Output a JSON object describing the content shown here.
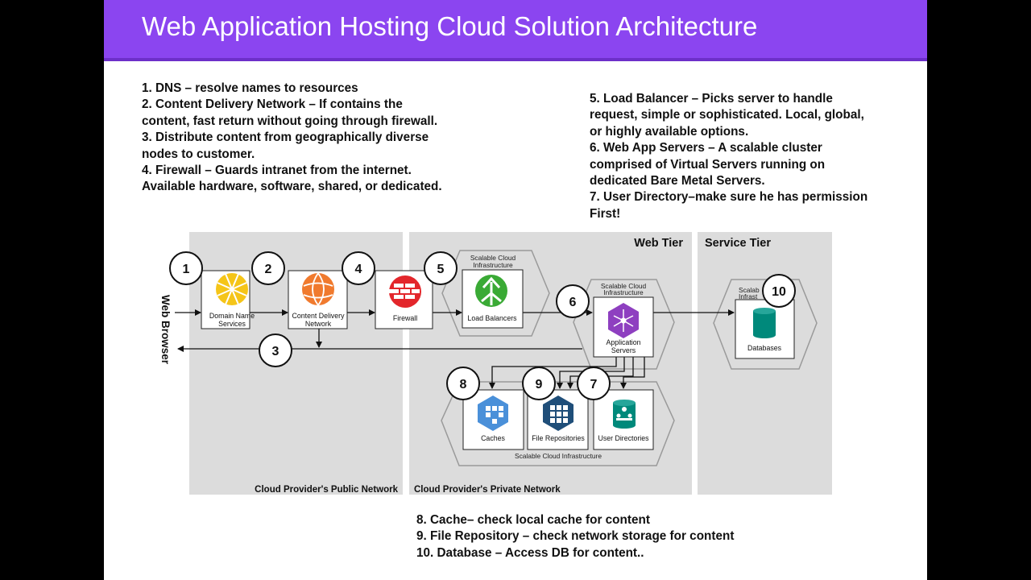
{
  "title": "Web Application Hosting Cloud Solution Architecture",
  "notes_left": [
    "1. DNS – resolve names to resources",
    "2. Content Delivery Network – If contains the content, fast return without going through firewall.",
    "3. Distribute content from geographically diverse nodes to customer.",
    "4. Firewall – Guards intranet from the internet. Available hardware, software, shared, or dedicated."
  ],
  "notes_right": [
    "5. Load Balancer – Picks server to handle request, simple or sophisticated. Local, global, or highly available options.",
    "6. Web App Servers – A scalable cluster comprised of Virtual Servers running on dedicated Bare Metal Servers.",
    "7. User Directory–make sure he has permission First!"
  ],
  "notes_bottom": [
    "8. Cache– check local cache for content",
    "9. File Repository – check network storage for content",
    "10. Database – Access DB for content.."
  ],
  "diagram": {
    "web_browser": "Web Browser",
    "tiers": {
      "web": "Web Tier",
      "service": "Service Tier"
    },
    "networks": {
      "public": "Cloud Provider's Public Network",
      "private": "Cloud Provider's Private Network"
    },
    "scalable_infra": [
      "Scalable Cloud",
      "Infrastructure"
    ],
    "scalable_infra_short": [
      "Scalab",
      "Infrast"
    ],
    "scalable_infra_full": "Scalable Cloud Infrastructure",
    "components": {
      "dns": [
        "Domain Name",
        "Services"
      ],
      "cdn": [
        "Content Delivery",
        "Network"
      ],
      "firewall": [
        "Firewall"
      ],
      "lb": [
        "Load Balancers"
      ],
      "app": [
        "Application",
        "Servers"
      ],
      "db": [
        "Databases"
      ],
      "cache": [
        "Caches"
      ],
      "files": [
        "File Repositories"
      ],
      "users": [
        "User Directories"
      ]
    },
    "numbers": [
      "1",
      "2",
      "3",
      "4",
      "5",
      "6",
      "7",
      "8",
      "9",
      "10"
    ]
  },
  "colors": {
    "title_bar": "#8b45f0",
    "dns": "#f5c518",
    "cdn": "#f07a2e",
    "firewall": "#e3262b",
    "lb": "#3aaa35",
    "app": "#8e3fc0",
    "db": "#00897b",
    "cache": "#4a90d9",
    "files": "#1f4e79",
    "users": "#00897b"
  },
  "icons": {
    "dns": "globe-grid-icon",
    "cdn": "globe-network-icon",
    "firewall": "brick-wall-icon",
    "lb": "split-arrow-icon",
    "app": "hub-node-icon",
    "db": "cylinder-database-icon",
    "cache": "hexagon-grid-icon",
    "files": "hexagon-grid-icon",
    "users": "directory-users-icon"
  }
}
